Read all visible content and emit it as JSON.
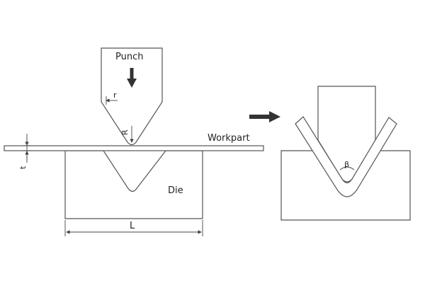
{
  "labels": {
    "punch": "Punch",
    "die": "Die",
    "workpart": "Workpart",
    "r": "r",
    "R": "R",
    "t": "t",
    "L": "L",
    "beta": "β"
  },
  "colors": {
    "line": "#555555",
    "arrow": "#333333",
    "background": "#ffffff"
  }
}
